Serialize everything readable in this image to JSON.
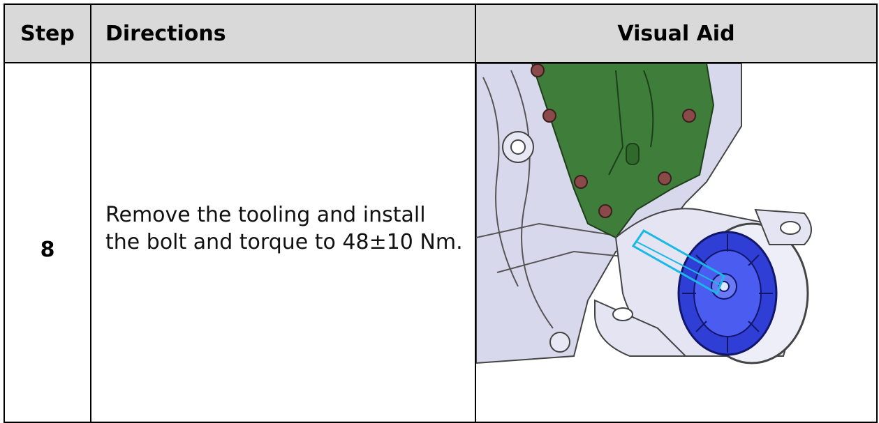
{
  "table": {
    "headers": {
      "step": "Step",
      "directions": "Directions",
      "visual_aid": "Visual Aid"
    },
    "rows": [
      {
        "step": "8",
        "directions": "Remove the tooling and install the bolt and torque to 48±10 Nm."
      }
    ]
  },
  "colors": {
    "cover": "#3f7d3a",
    "housing": "#d8d8ec",
    "mount": "#e4e4f2",
    "rotor": "#2f3fd6",
    "bolt": "#8b4a4a",
    "highlight": "#19b8e6"
  },
  "visual_icon": "mechanical-assembly-illustration"
}
